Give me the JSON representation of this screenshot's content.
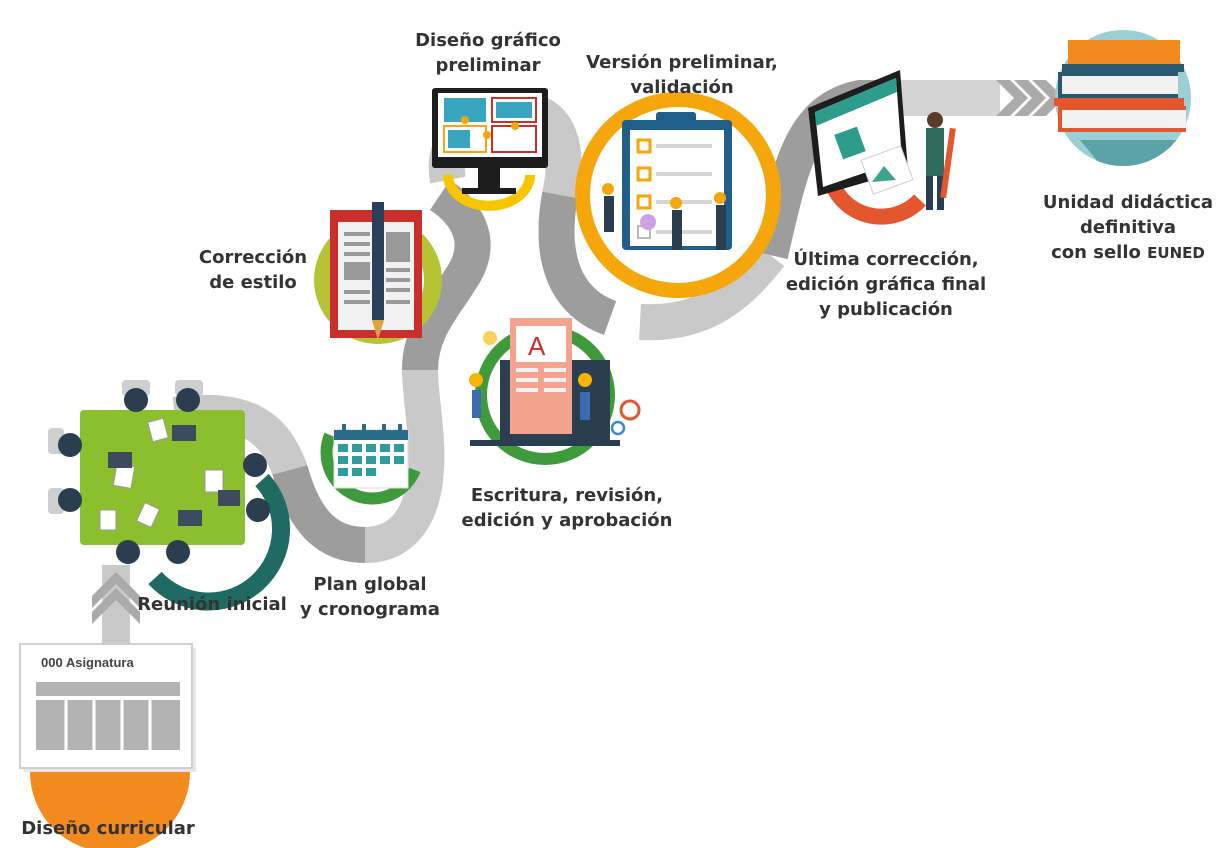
{
  "stages": {
    "curricular": {
      "label": "Diseño curricular",
      "card_title": "000 Asignatura"
    },
    "reunion": {
      "label": "Reunión inicial"
    },
    "plan": {
      "line1": "Plan global",
      "line2": "y cronograma"
    },
    "correccion": {
      "line1": "Corrección",
      "line2": "de estilo"
    },
    "escritura": {
      "line1": "Escritura, revisión,",
      "line2": "edición y aprobación",
      "page_letter": "A"
    },
    "diseno": {
      "line1": "Diseño gráfico",
      "line2": "preliminar"
    },
    "version": {
      "line1": "Versión preliminar,",
      "line2": "validación"
    },
    "ultima": {
      "line1": "Última corrección,",
      "line2": "edición gráfica final",
      "line3": "y publicación"
    },
    "unidad": {
      "line1": "Unidad didáctica",
      "line2": "definitiva",
      "line3_pre": "con sello ",
      "line3_brand": "EUNED"
    }
  },
  "colors": {
    "path_light": "#c9c9c9",
    "path_dark": "#9d9d9d",
    "orange": "#f28a1e",
    "teal_dark": "#1f6b63",
    "green": "#3f9a3c",
    "lime": "#b5c335",
    "yellow": "#f7c600",
    "amber": "#f5a60b",
    "red_orange": "#e4572e",
    "light_blue": "#9bcfd4",
    "table_green": "#8cbf2d"
  },
  "icons": [
    "meeting-table-icon",
    "calendar-icon",
    "fountain-pen-icon",
    "writing-team-icon",
    "monitor-layout-icon",
    "clipboard-checklist-icon",
    "web-publishing-icon",
    "book-stack-icon",
    "chevron-arrows-icon"
  ]
}
